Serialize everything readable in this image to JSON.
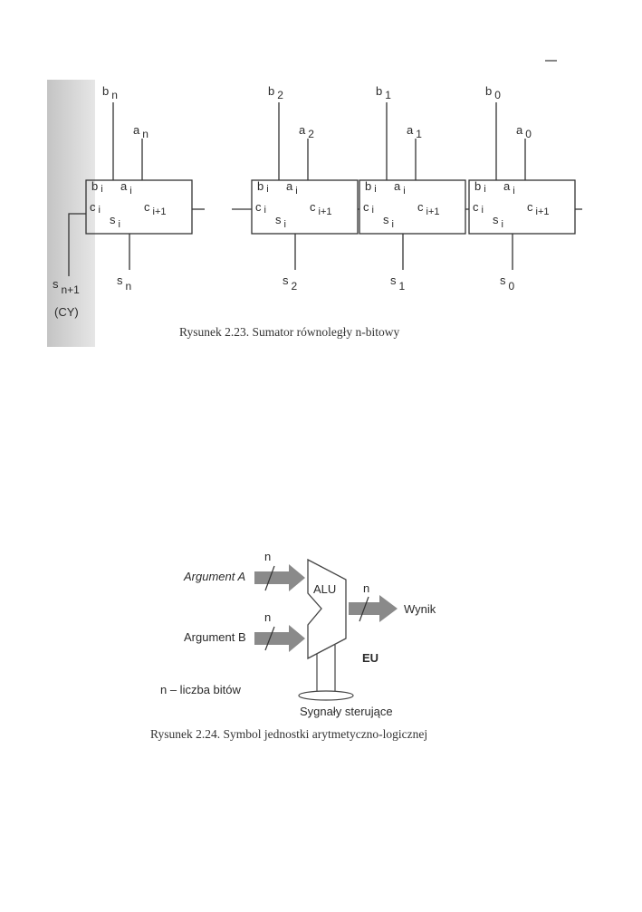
{
  "figure1": {
    "caption": "Rysunek 2.23. Sumator równoległy n-bitowy",
    "carry_out_label": "(CY)",
    "carry_out_sum": {
      "main": "s",
      "sub": "n+1"
    },
    "cell_ports": {
      "b": {
        "main": "b",
        "sub": "i"
      },
      "a": {
        "main": "a",
        "sub": "i"
      },
      "c_in": {
        "main": "c",
        "sub": "i"
      },
      "s": {
        "main": "s",
        "sub": "i"
      },
      "c_out": {
        "main": "c",
        "sub": "i+1"
      }
    },
    "cells": [
      {
        "b": {
          "main": "b",
          "sub": "n"
        },
        "a": {
          "main": "a",
          "sub": "n"
        },
        "s": {
          "main": "s",
          "sub": "n"
        }
      },
      {
        "b": {
          "main": "b",
          "sub": "2"
        },
        "a": {
          "main": "a",
          "sub": "2"
        },
        "s": {
          "main": "s",
          "sub": "2"
        }
      },
      {
        "b": {
          "main": "b",
          "sub": "1"
        },
        "a": {
          "main": "a",
          "sub": "1"
        },
        "s": {
          "main": "s",
          "sub": "1"
        }
      },
      {
        "b": {
          "main": "b",
          "sub": "0"
        },
        "a": {
          "main": "a",
          "sub": "0"
        },
        "s": {
          "main": "s",
          "sub": "0"
        }
      }
    ]
  },
  "figure2": {
    "caption": "Rysunek 2.24. Symbol jednostki arytmetyczno-logicznej",
    "argument_a": "Argument A",
    "argument_b": "Argument B",
    "alu_label": "ALU",
    "eu_label": "EU",
    "result_label": "Wynik",
    "bus_width_label": "n",
    "control_label": "Sygnały sterujące",
    "legend": "n – liczba bitów"
  },
  "colors": {
    "line": "#333333",
    "arrow": "#8a8a8a",
    "margin_scan": "#c9c9c9"
  }
}
